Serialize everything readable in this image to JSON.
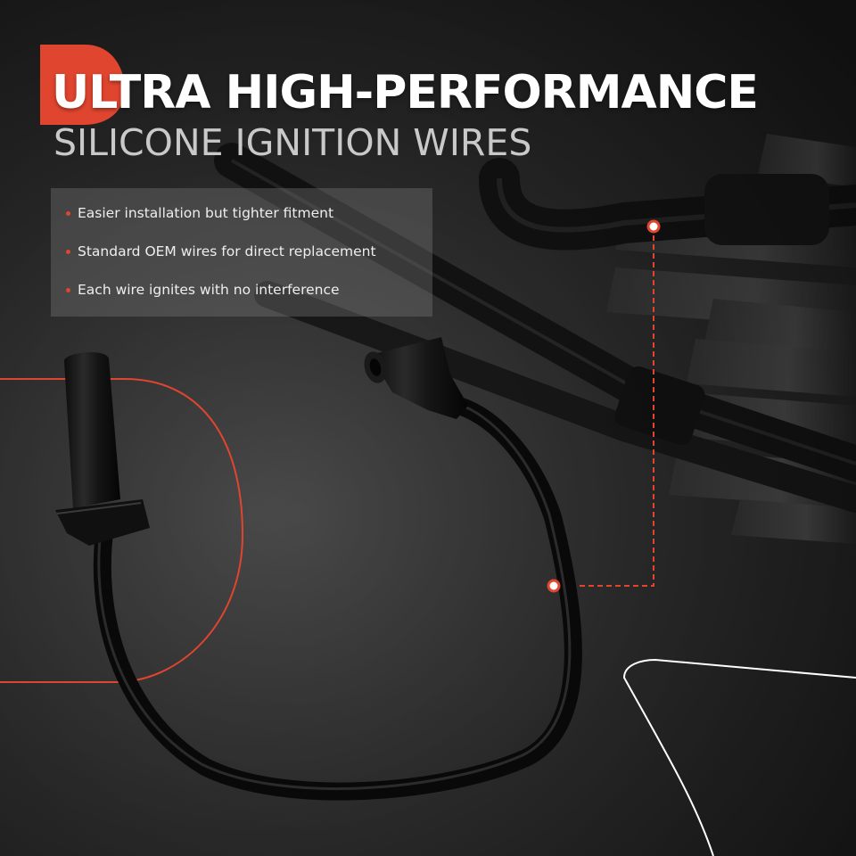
{
  "title": {
    "line1": "ULTRA HIGH-PERFORMANCE",
    "line2": "SILICONE IGNITION WIRES"
  },
  "features": [
    "Easier installation but tighter fitment",
    "Standard OEM wires for direct replacement",
    "Each wire ignites with no interference"
  ],
  "colors": {
    "accent": "#e0452f",
    "title": "#ffffff",
    "subtitle": "#c9c9c9",
    "background": "#2b2b2b"
  }
}
